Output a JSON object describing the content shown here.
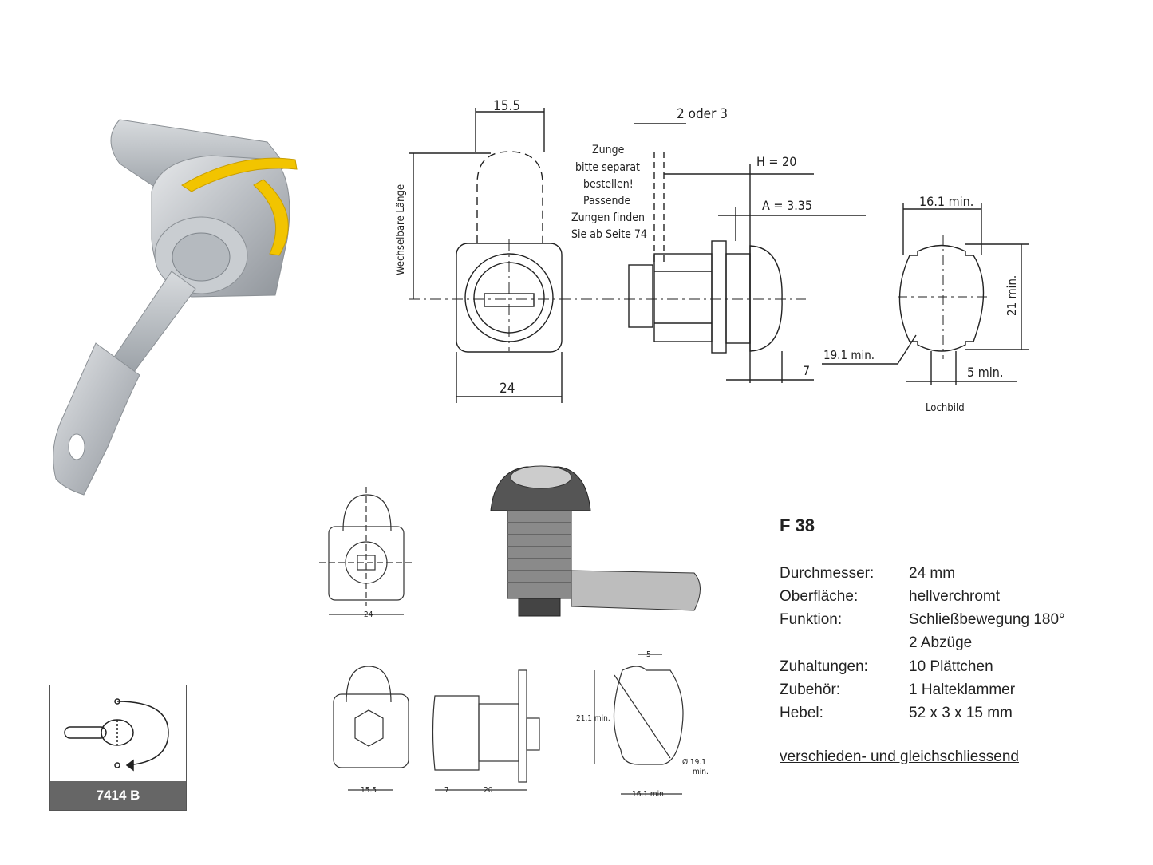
{
  "top_drawing": {
    "dim_width_top": "15.5",
    "dim_thickness": "2 oder 3",
    "note_lines": [
      "Zunge",
      "bitte separat",
      "bestellen!",
      "Passende",
      "Zungen finden",
      "Sie ab Seite 74"
    ],
    "dim_h": "H = 20",
    "dim_a": "A = 3.35",
    "dim_variable_length": "Wechselbare Länge",
    "dim_width_bottom": "24",
    "dim_7": "7",
    "dim_16_1": "16.1 min.",
    "dim_21": "21 min.",
    "dim_19_1": "19.1 min.",
    "dim_5": "5 min.",
    "cutout_label": "Lochbild"
  },
  "bottom_drawing": {
    "dim_24": "24",
    "dim_15_5": "15.5",
    "dim_7": "7",
    "dim_20": "20",
    "dim_5": "5",
    "dim_21_1": "21.1 min.",
    "dim_19_1_a": "Ø 19.1",
    "dim_19_1_b": "min.",
    "dim_16_1": "16.1 min."
  },
  "badge": {
    "label": "7414 B"
  },
  "specs": {
    "title": "F 38",
    "rows": [
      {
        "label": "Durchmesser:",
        "value": "24 mm"
      },
      {
        "label": "Oberfläche:",
        "value": "hellverchromt"
      },
      {
        "label": "Funktion:",
        "value": "Schließbewegung 180°"
      },
      {
        "label": "",
        "value": "2 Abzüge"
      },
      {
        "label": "Zuhaltungen:",
        "value": "10 Plättchen"
      },
      {
        "label": "Zubehör:",
        "value": "1 Halteklammer"
      },
      {
        "label": "Hebel:",
        "value": "52 x 3 x 15 mm"
      }
    ],
    "link": "verschieden- und gleichschliessend"
  }
}
